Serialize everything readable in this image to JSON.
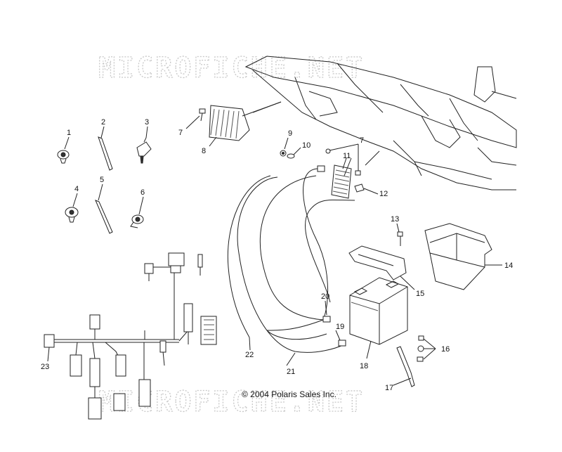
{
  "watermark_top": "MICROFICHE.NET",
  "watermark_bottom": "MICROFICHE.NET",
  "copyright": "© 2004 Polaris Sales Inc.",
  "callouts": {
    "c1": "1",
    "c2": "2",
    "c3": "3",
    "c4": "4",
    "c5": "5",
    "c6": "6",
    "c7a": "7",
    "c7b": "7",
    "c8": "8",
    "c9": "9",
    "c10": "10",
    "c11": "11",
    "c12": "12",
    "c13": "13",
    "c14": "14",
    "c15": "15",
    "c16": "16",
    "c17": "17",
    "c18": "18",
    "c19": "19",
    "c20": "20",
    "c21": "21",
    "c22": "22",
    "c23": "23"
  }
}
